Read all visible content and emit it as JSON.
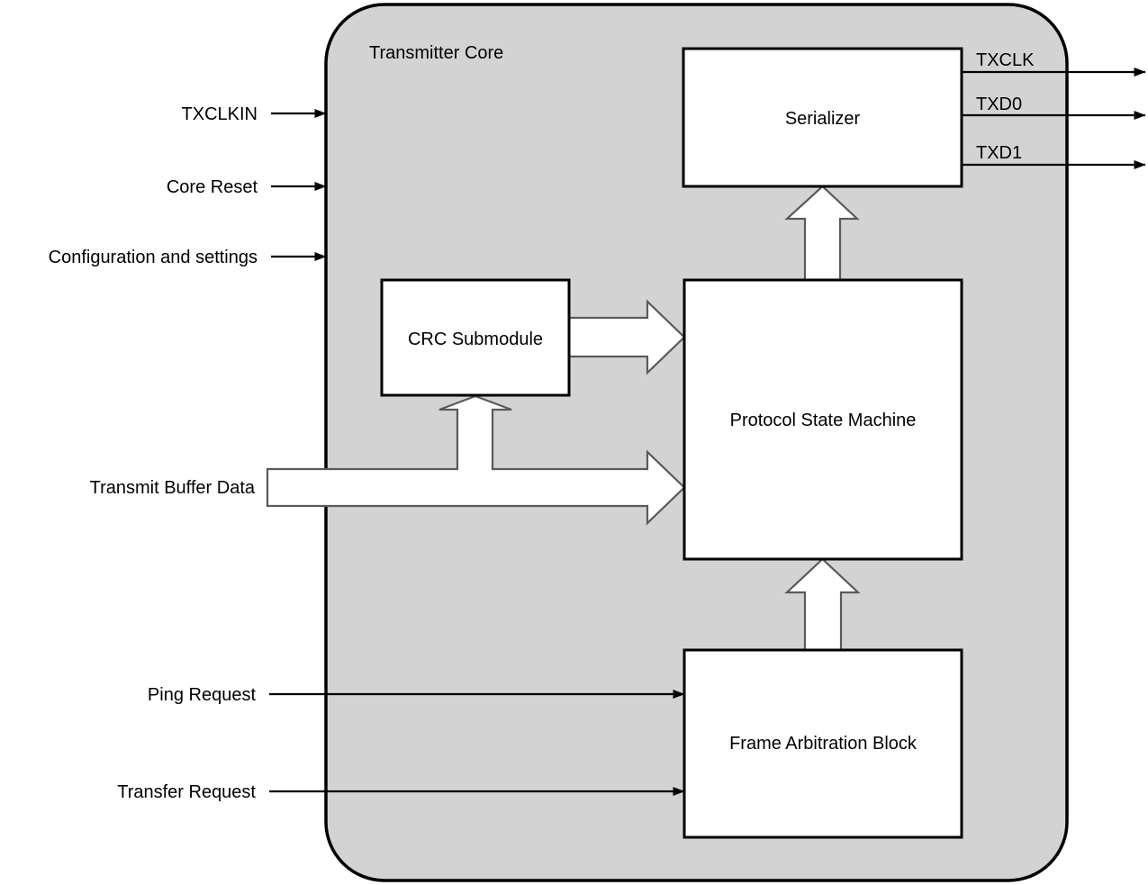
{
  "diagram": {
    "title": "Transmitter Core",
    "core": {
      "label": "Transmitter Core",
      "fill": "#d3d3d3",
      "stroke": "#000000"
    },
    "blocks": [
      {
        "id": "serializer",
        "label": "Serializer",
        "fill": "#ffffff",
        "stroke": "#000000"
      },
      {
        "id": "crc",
        "label": "CRC Submodule",
        "fill": "#ffffff",
        "stroke": "#000000"
      },
      {
        "id": "psm",
        "label": "Protocol State Machine",
        "fill": "#ffffff",
        "stroke": "#000000"
      },
      {
        "id": "frame",
        "label": "Frame Arbitration Block",
        "fill": "#ffffff",
        "stroke": "#000000"
      }
    ],
    "inputs": [
      {
        "id": "txclkin",
        "label": "TXCLKIN"
      },
      {
        "id": "core-reset",
        "label": "Core Reset"
      },
      {
        "id": "configuration",
        "label": "Configuration and settings"
      },
      {
        "id": "transmit-buffer-data",
        "label": "Transmit Buffer Data"
      },
      {
        "id": "ping-request",
        "label": "Ping Request"
      },
      {
        "id": "transfer-request",
        "label": "Transfer Request"
      }
    ],
    "outputs": [
      {
        "id": "txclk",
        "label": "TXCLK"
      },
      {
        "id": "txd0",
        "label": "TXD0"
      },
      {
        "id": "txd1",
        "label": "TXD1"
      }
    ],
    "connections": [
      {
        "from": "crc",
        "to": "psm",
        "style": "block-arrow",
        "direction": "right"
      },
      {
        "from": "transmit-buffer-data",
        "to": "psm",
        "style": "block-arrow",
        "direction": "right"
      },
      {
        "from": "transmit-buffer-data",
        "to": "crc",
        "style": "block-arrow",
        "direction": "up"
      },
      {
        "from": "psm",
        "to": "serializer",
        "style": "block-arrow",
        "direction": "up"
      },
      {
        "from": "frame",
        "to": "psm",
        "style": "block-arrow",
        "direction": "up"
      },
      {
        "from": "ping-request",
        "to": "frame",
        "style": "line-arrow",
        "direction": "right"
      },
      {
        "from": "transfer-request",
        "to": "frame",
        "style": "line-arrow",
        "direction": "right"
      },
      {
        "from": "serializer",
        "to": "txclk",
        "style": "line-arrow",
        "direction": "right"
      },
      {
        "from": "serializer",
        "to": "txd0",
        "style": "line-arrow",
        "direction": "right"
      },
      {
        "from": "serializer",
        "to": "txd1",
        "style": "line-arrow",
        "direction": "right"
      }
    ]
  }
}
